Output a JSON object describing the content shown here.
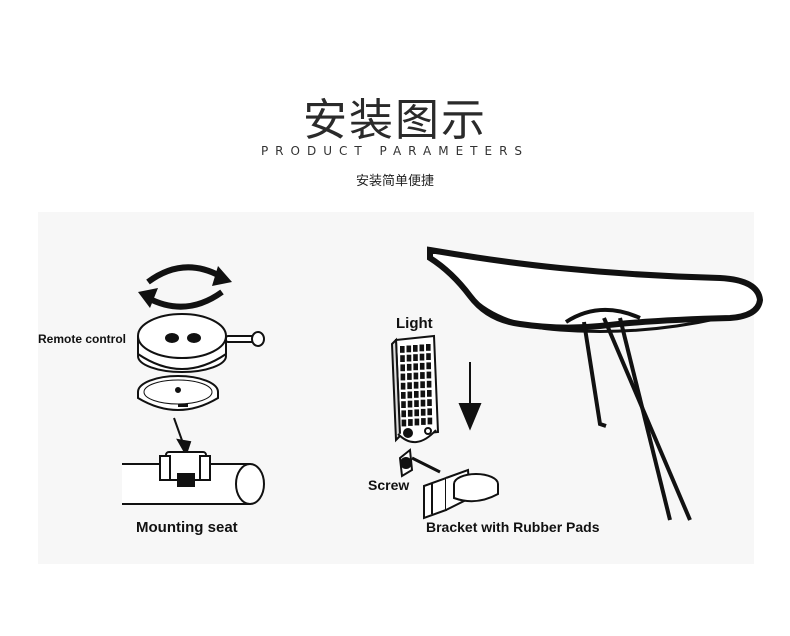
{
  "header": {
    "title": "安装图示",
    "subtitle": "PRODUCT PARAMETERS",
    "tagline": "安装简单便捷"
  },
  "labels": {
    "remote_control": "Remote control",
    "mounting_seat": "Mounting seat",
    "light": "Light",
    "screw": "Screw",
    "bracket": "Bracket with Rubber Pads"
  },
  "colors": {
    "line": "#111111",
    "panel": "#f7f7f7"
  },
  "icons": [
    "rotate-arrows-icon",
    "down-arrow-icon"
  ]
}
